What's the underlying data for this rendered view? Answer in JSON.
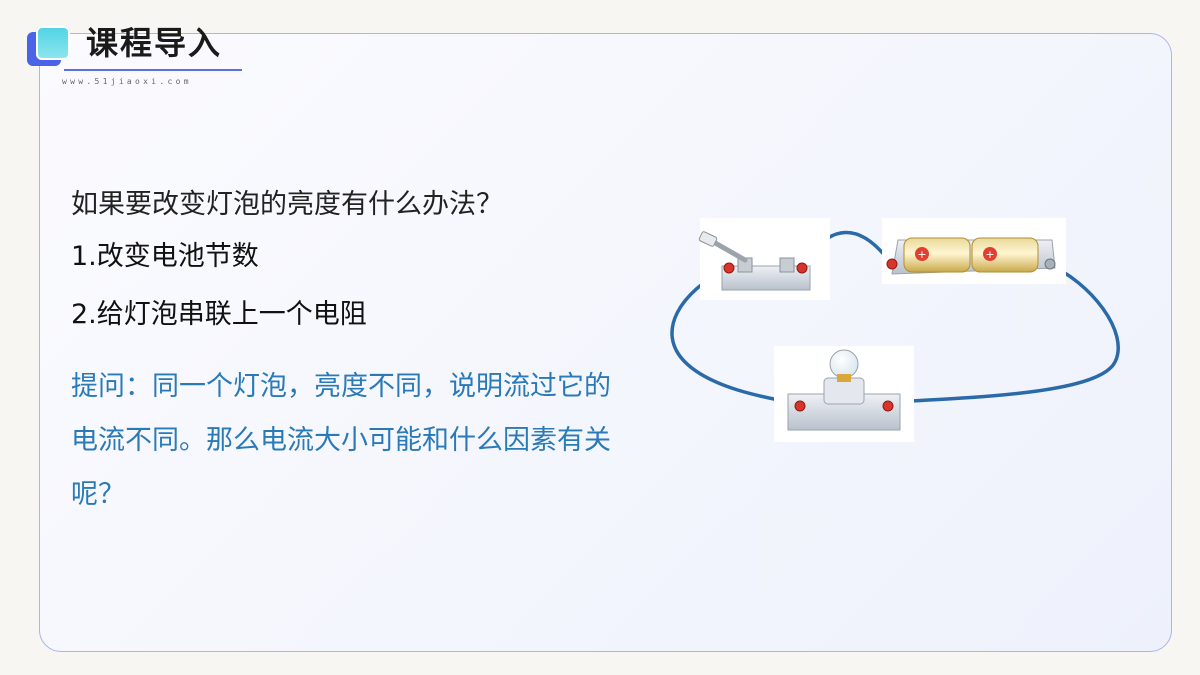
{
  "header": {
    "title": "课程导入",
    "watermark": "www.51jiaoxi.com"
  },
  "content": {
    "question": "如果要改变灯泡的亮度有什么办法？",
    "answers": [
      "1.改变电池节数",
      "2.给灯泡串联上一个电阻"
    ],
    "prompt": "提问：同一个灯泡，亮度不同，说明流过它的电流不同。那么电流大小可能和什么因素有关呢？"
  },
  "circuit": {
    "components": [
      "switch",
      "battery-pack",
      "light-bulb"
    ],
    "battery_symbols": [
      "+",
      "+"
    ],
    "wire_color": "#2a6aa8"
  },
  "colors": {
    "accent": "#4a63e8",
    "prompt_text": "#2a7ab8"
  }
}
